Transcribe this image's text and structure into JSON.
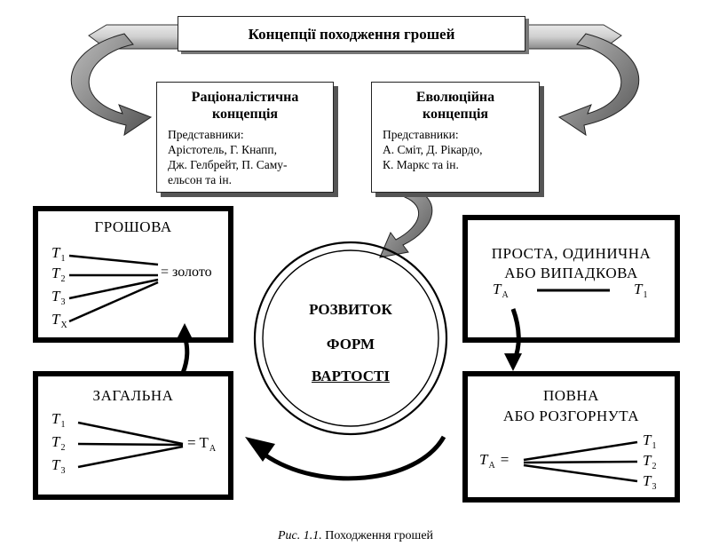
{
  "title": "Концепції походження грошей",
  "rational": {
    "header_line1": "Раціоналістична",
    "header_line2": "концепція",
    "reps": [
      "Представники:",
      "Арістотель, Г. Кнапп,",
      "Дж. Гелбрейт, П. Саму-",
      "ельсон та ін."
    ]
  },
  "evolution": {
    "header_line1": "Еволюційна",
    "header_line2": "концепція",
    "reps": [
      "Представники:",
      "А. Сміт, Д. Рікардо,",
      "К. Маркс та ін."
    ]
  },
  "money_form": {
    "title": "ГРОШОВА",
    "symbols": [
      "T",
      "T",
      "T",
      "T"
    ],
    "subs": [
      "1",
      "2",
      "3",
      "X"
    ],
    "result": "= золото"
  },
  "simple_form": {
    "title_line1": "ПРОСТА, ОДИНИЧНА",
    "title_line2": "АБО ВИПАДКОВА",
    "left_symbol": "T",
    "left_sub": "A",
    "right_symbol": "T",
    "right_sub": "1"
  },
  "general_form": {
    "title": "ЗАГАЛЬНА",
    "symbols": [
      "T",
      "T",
      "T"
    ],
    "subs": [
      "1",
      "2",
      "3"
    ],
    "result_prefix": "= T",
    "result_sub": "A"
  },
  "full_form": {
    "title_line1": "ПОВНА",
    "title_line2": "АБО РОЗГОРНУТА",
    "left_symbol": "T",
    "left_sub": "A",
    "eq": "=",
    "symbols": [
      "T",
      "T",
      "T"
    ],
    "subs": [
      "1",
      "2",
      "3"
    ]
  },
  "center": {
    "line1": "РОЗВИТОК",
    "line2": "ФОРМ",
    "line3": "ВАРТОСТІ"
  },
  "caption": {
    "label": "Рис. 1.1.",
    "text": " Походження грошей"
  }
}
